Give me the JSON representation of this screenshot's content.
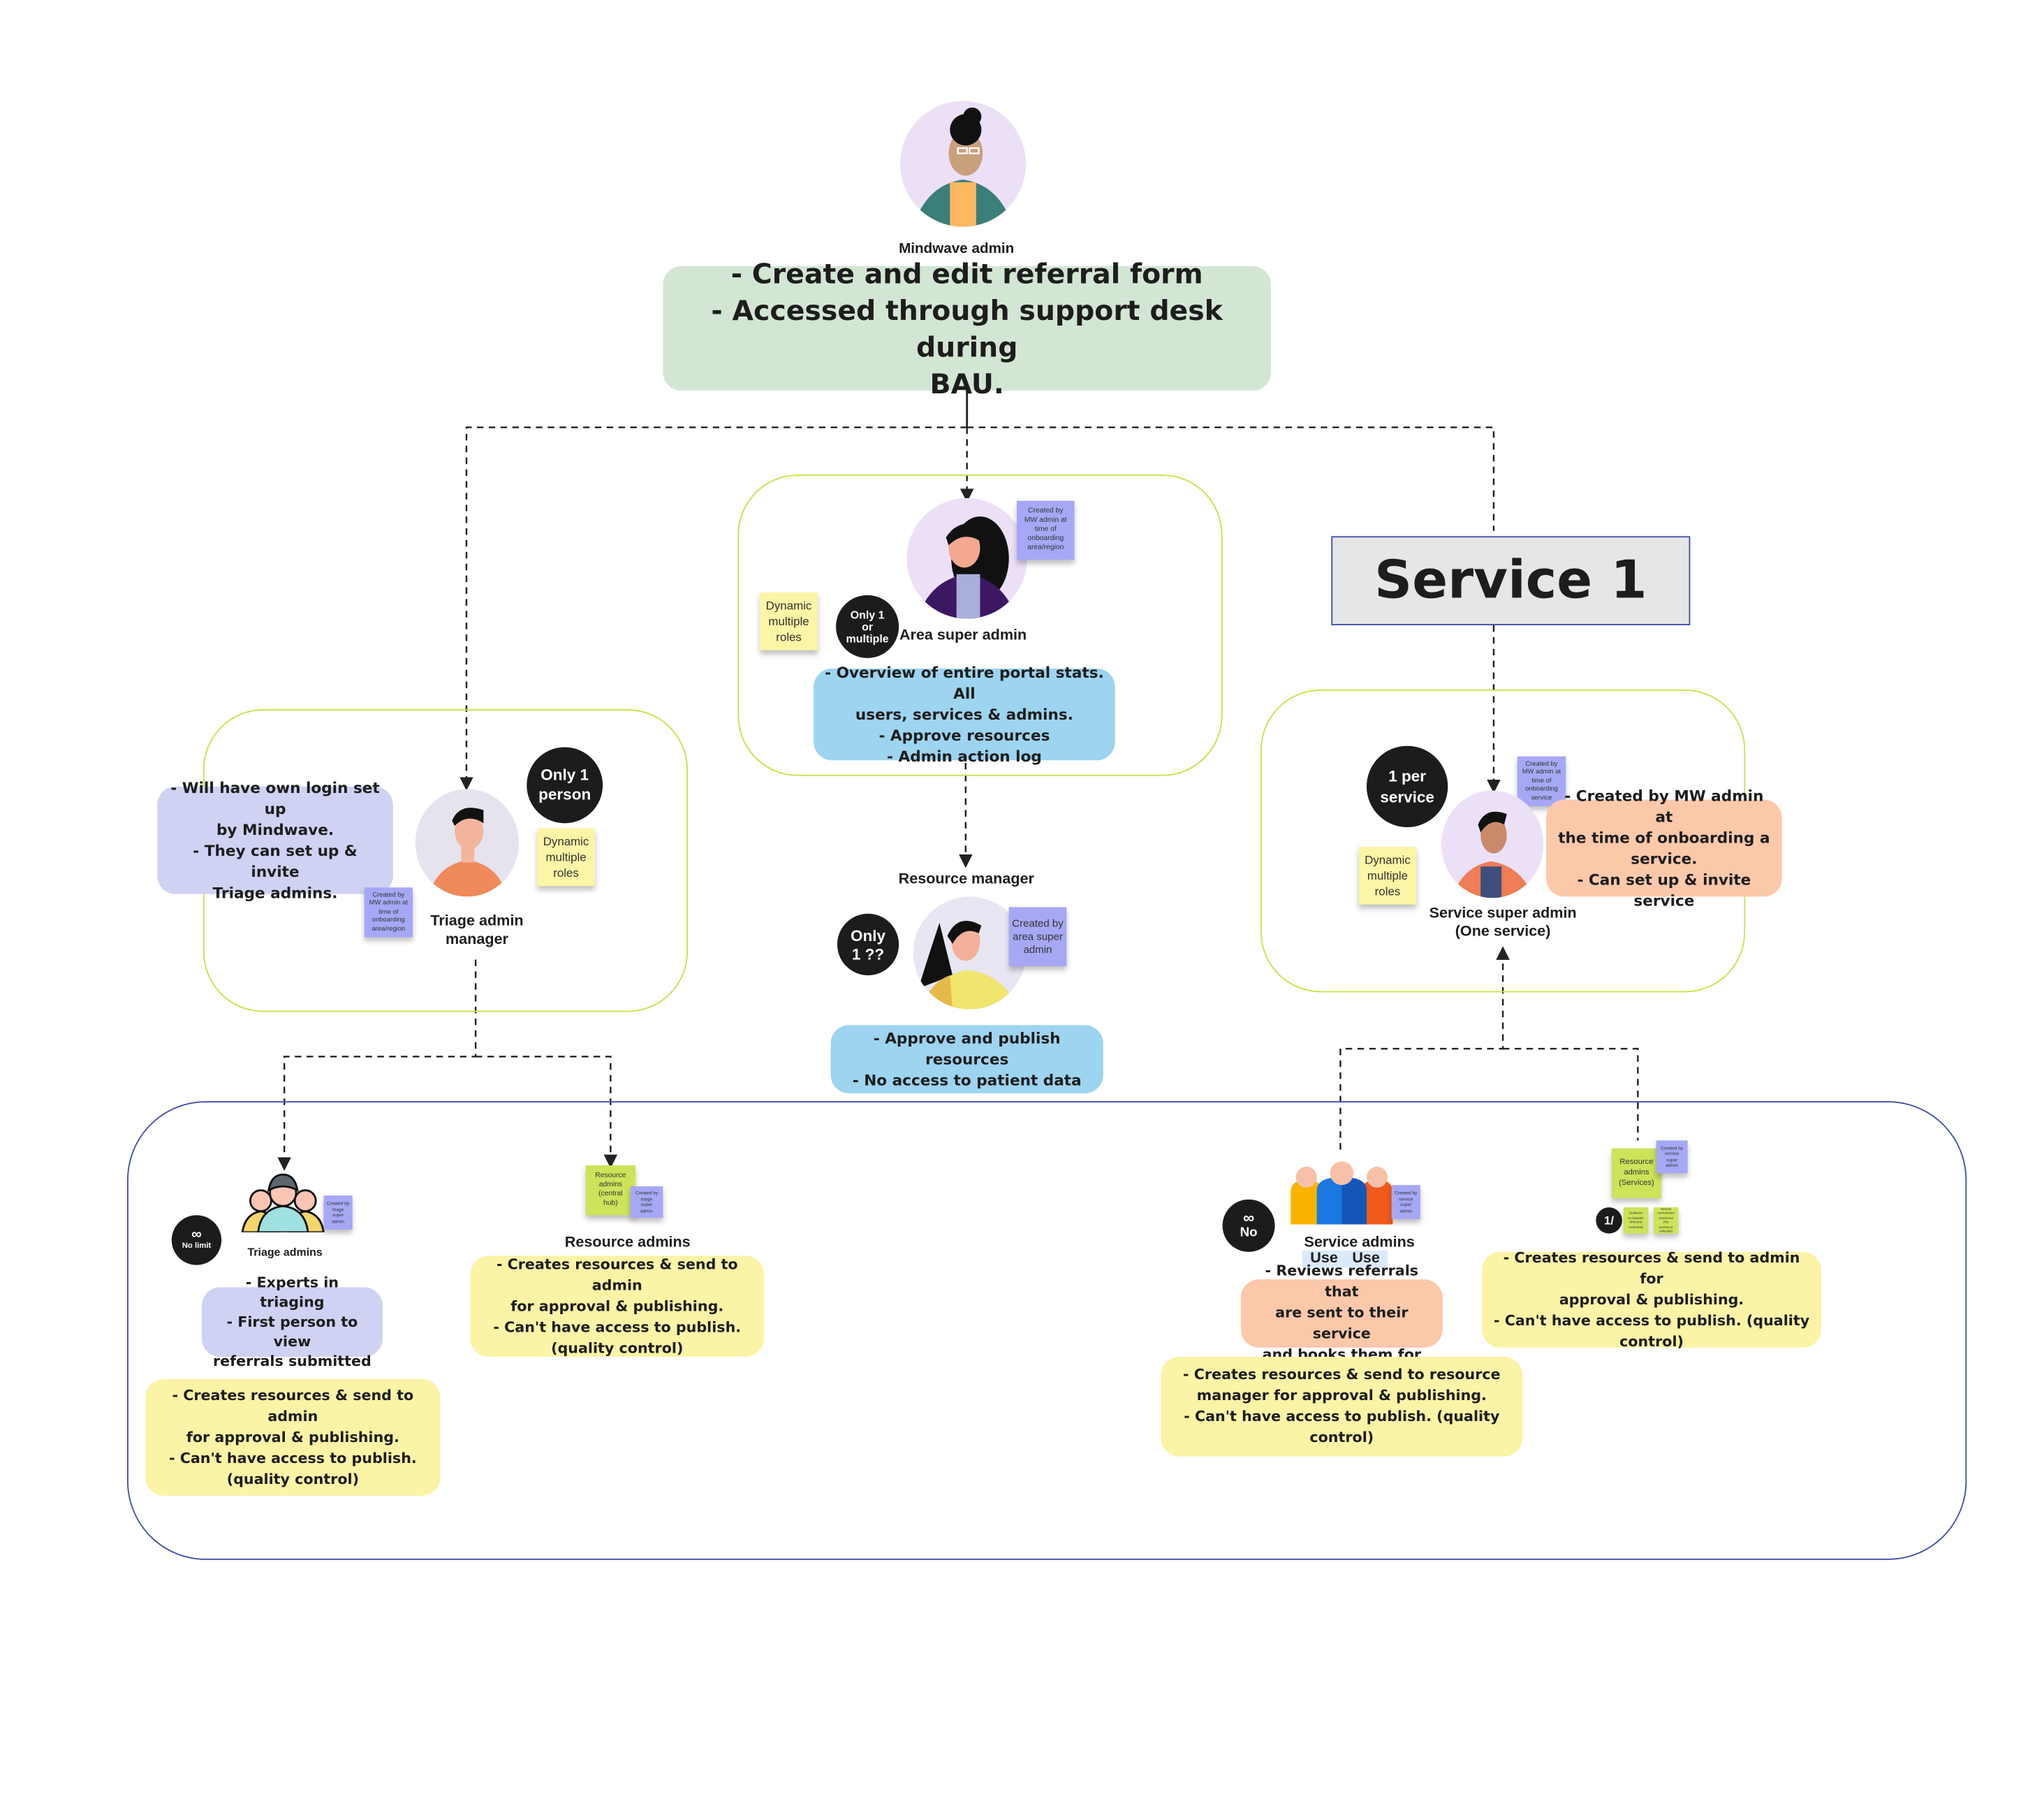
{
  "mindwave_admin": {
    "label": "Mindwave admin",
    "description": "- Create and edit referral form\n- Accessed through support desk during\nBAU."
  },
  "area_super_admin": {
    "label": "Area super admin",
    "badge": "Only 1\nor\nmultiple",
    "sticky_roles": "Dynamic\nmultiple\nroles",
    "sticky_created": "Created by\nMW admin at\ntime of\nonboarding\narea/region",
    "description": "- Overview of entire portal stats. All\nusers, services & admins.\n- Approve resources\n- Admin action log"
  },
  "resource_manager": {
    "label": "Resource manager",
    "badge": "Only\n1 ??",
    "sticky_created": "Created by\narea super\nadmin",
    "description": "- Approve and publish resources\n- No access to patient data"
  },
  "triage_admin_manager": {
    "label": "Triage admin\nmanager",
    "badge": "Only 1\nperson",
    "sticky_roles": "Dynamic\nmultiple\nroles",
    "sticky_created": "Created by\nMW admin at\ntime of\nonboarding\narea/region",
    "description": "- Will have own login set up\nby Mindwave.\n- They can set up & invite\nTriage admins."
  },
  "service": {
    "title": "Service 1"
  },
  "service_super_admin": {
    "label": "Service super admin\n(One service)",
    "badge": "1 per\nservice",
    "sticky_roles": "Dynamic\nmultiple\nroles",
    "sticky_created": "Created by\nMW admin at\ntime of\nonboarding\nservice",
    "description": "- Created by MW admin at\nthe time of onboarding a\nservice.\n- Can set up & invite service"
  },
  "triage_admins": {
    "label": "Triage admins",
    "badge_symbol": "∞",
    "badge_text": "No limit",
    "sticky_created": "Created by\ntriage\nsuper\nadmin",
    "description_1": "- Experts in triaging\n- First person to view\nreferrals submitted",
    "description_2": "- Creates resources & send to admin\nfor approval & publishing.\n- Can't have access to publish.\n(quality control)"
  },
  "resource_admins_central": {
    "label": "Resource admins",
    "sticky_title": "Resource\nadmins\n(central\nhub)",
    "sticky_created": "Created by\ntriage\nsuper\nadmin",
    "description": "- Creates resources & send to admin\nfor approval & publishing.\n- Can't have access to publish.\n(quality control)"
  },
  "service_admins": {
    "label": "Service admins",
    "badge_symbol": "∞",
    "badge_text": "No",
    "use_tags": [
      "Use",
      "Use"
    ],
    "sticky_created": "Created by\nservice\nsuper\nadmin",
    "description_1": "- Reviews referrals that\nare sent to their service\nand books them for",
    "description_2": "- Creates resources & send to resource\nmanager for approval & publishing.\n- Can't have access to publish. (quality\ncontrol)"
  },
  "resource_admins_services": {
    "sticky_title": "Resource\nadmins\n(Services)",
    "sticky_created": "Created by\nservice\nsuper\nadmin",
    "badge": "1/",
    "sticky_guidance": "Guidance\nto maintain\nlimit (not\nrestricted)",
    "sticky_commission": "Service\ncommission\nresources (No\naccess to\nreferrals)",
    "description": "- Creates resources & send to admin for\napproval & publishing.\n- Can't have access to publish. (quality\ncontrol)"
  },
  "colors": {
    "frame_green": "#c9e24b",
    "frame_blue": "#4450a8",
    "box_green": "#d3e6d3",
    "box_blue": "#9dd4ef",
    "box_lavender": "#cfd2f2",
    "box_peach": "#fbc8aa",
    "box_yellow": "#fbf3a6",
    "sticky_purple": "#a6a8f5",
    "sticky_green": "#cce35a"
  }
}
